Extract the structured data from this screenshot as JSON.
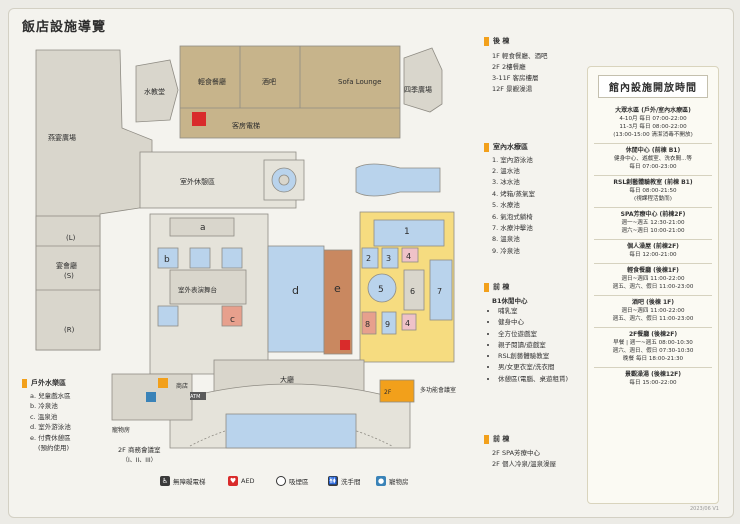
{
  "title": "飯店設施導覽",
  "map_labels": {
    "light_meal": "輕食餐廳",
    "bar": "酒吧",
    "sofa_lounge": "Sofa Lounge",
    "water_town": "水教堂",
    "four_seasons_plaza": "四季廣場",
    "guest_elevator": "客房電梯",
    "banquet_plaza": "燕宴廣場",
    "outdoor_rest": "室外休憩區",
    "banquet_hall": "宴會廳",
    "hall_l": "(L)",
    "hall_s": "(S)",
    "hall_r": "(R)",
    "room_a": "a",
    "room_b": "b",
    "room_c": "c",
    "room_d": "d",
    "room_e": "e",
    "outdoor_stage": "室外表演舞台",
    "shop": "商店",
    "atm": "ATM",
    "pet_room": "寵物房",
    "lobby": "大廳",
    "multi_meeting": "多功能會議室",
    "floor_2f": "2F",
    "n1": "1",
    "n2": "2",
    "n3": "3",
    "n4": "4",
    "n5": "5",
    "n6": "6",
    "n7": "7",
    "n8": "8",
    "n9": "9",
    "n4b": "4",
    "meeting_2f": "2F 商務會議室",
    "meeting_2f_sub": "（I、II、III）"
  },
  "outdoor_pool": {
    "heading": "戶外水樂區",
    "items": [
      "a. 兒童戲水區",
      "b. 冷泉池",
      "c. 溫泉池",
      "d. 室外游泳池",
      "e. 付費休憩區",
      "(預約使用)"
    ]
  },
  "back_building": {
    "heading": "後 棟",
    "items": [
      "1F 輕食餐廳、酒吧",
      "2F 2樓餐廳",
      "3-11F 客房樓層",
      "12F 景觀澡湯"
    ]
  },
  "indoor_pool": {
    "heading": "室內水療區",
    "items": [
      "1. 室內游泳池",
      "2. 溫水池",
      "3. 冰水池",
      "4. 烤箱/蒸氣室",
      "5. 水療池",
      "6. 氣泡式躺椅",
      "7. 水療沖擊池",
      "8. 溫泉池",
      "9. 冷泉池"
    ]
  },
  "front_building": {
    "heading": "前 棟",
    "sub_heading": "B1休閒中心",
    "items": [
      "哺乳室",
      "健身中心",
      "全方位遊戲室",
      "親子閱讀/遊戲室",
      "RSL創藝體驗教室",
      "男/女更衣室/洗衣間",
      "休憩區(電腦、桌遊租賃)"
    ]
  },
  "front_building2": {
    "heading": "前 棟",
    "items": [
      "2F SPA芳療中心",
      "2F 個人冷泉/溫泉澡屋"
    ]
  },
  "hours": {
    "title": "館內設施開放時間",
    "blocks": [
      {
        "name": "大眾水區 (戶外/室內水療區)",
        "lines": [
          "4-10月 每日 07:00-22:00",
          "11-3月 每日 08:00-22:00",
          "(13:00-15:00 清潔消毒不開放)"
        ]
      },
      {
        "name": "休閒中心 (前棟 B1)",
        "lines": [
          "健身中心、遊戲室、洗衣間...等",
          "每日 07:00-23:00"
        ]
      },
      {
        "name": "RSL創藝體驗教室 (前棟 B1)",
        "lines": [
          "每日 08:00-21:50",
          "(視課程活動而)"
        ]
      },
      {
        "name": "SPA芳療中心 (前棟2F)",
        "lines": [
          "週一~週五 12:30-21:00",
          "週六~週日 10:00-21:00"
        ]
      },
      {
        "name": "個人澡屋 (前棟2F)",
        "lines": [
          "每日 12:00-21:00"
        ]
      },
      {
        "name": "輕食餐廳 (後棟1F)",
        "lines": [
          "週日~週四 11:00-22:00",
          "週五、週六、假日 11:00-23:00"
        ]
      },
      {
        "name": "酒吧 (後棟 1F)",
        "lines": [
          "週日~週四 11:00-22:00",
          "週五、週六、假日 11:00-23:00"
        ]
      },
      {
        "name": "2F餐廳 (後棟2F)",
        "lines": [
          "早餐 | 週一~週五 08:00-10:30",
          "週六、週日、假日 07:30-10:30",
          "晚餐 每日 18:00-21:30"
        ]
      },
      {
        "name": "景觀澡湯 (後棟12F)",
        "lines": [
          "每日 15:00-22:00"
        ]
      }
    ]
  },
  "legend": {
    "accessible_elevator": "無障礙電梯",
    "aed": "AED",
    "smoking": "吸煙區",
    "restroom": "洗手間",
    "pet": "寵物房"
  },
  "version": "2023/06 V1",
  "colors": {
    "building": "#d9d6cc",
    "rest": "#e5e3da",
    "back_building": "#c7b48b",
    "pool_blue": "#b9d3ec",
    "spa_yellow": "#f6dc80",
    "pink": "#efc2c8",
    "room_e": "#c98860",
    "room_c": "#e7a08d",
    "accent": "#f2a01b"
  }
}
